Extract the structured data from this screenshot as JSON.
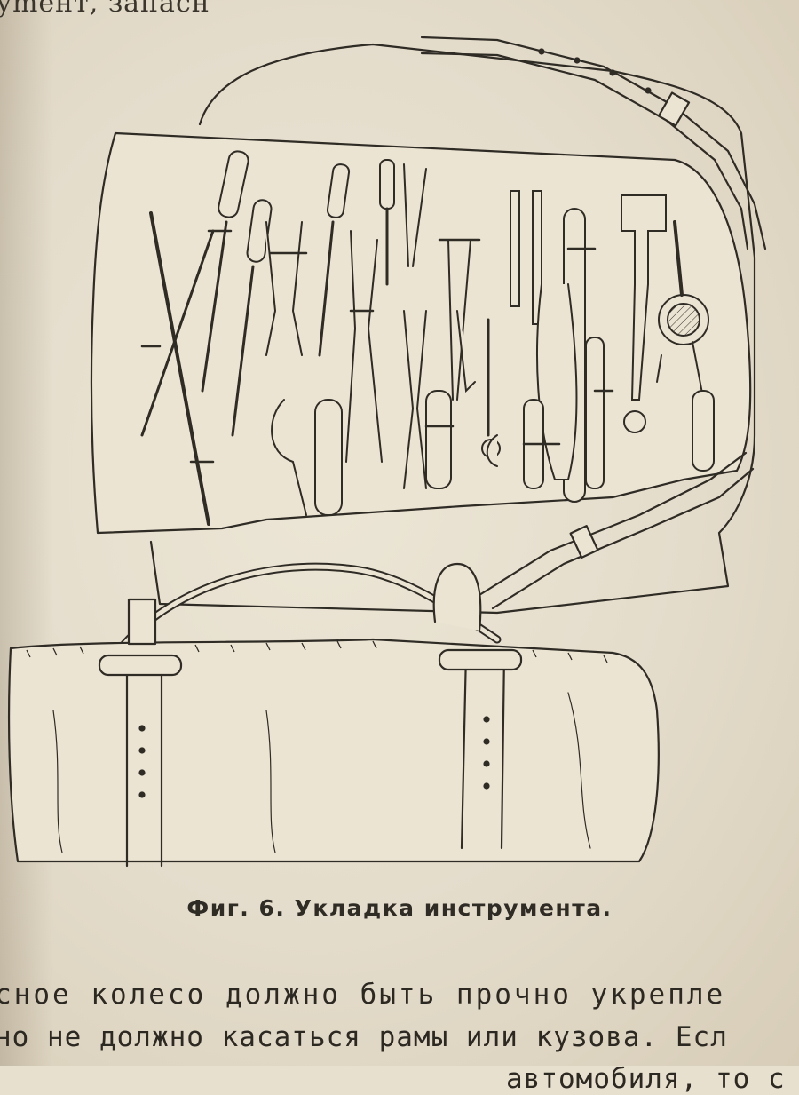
{
  "page": {
    "top_fragment": "ymeнт, запасн",
    "caption": "Фиг. 6. Укладка инструмента.",
    "body_lines": [
      "сное колесо должно быть прочно укрепле",
      "но не должно касаться рамы или кузова. Есл",
      "автомобиля, то с"
    ]
  },
  "colors": {
    "paper": "#e8e0cf",
    "ink": "#2f2b25"
  }
}
